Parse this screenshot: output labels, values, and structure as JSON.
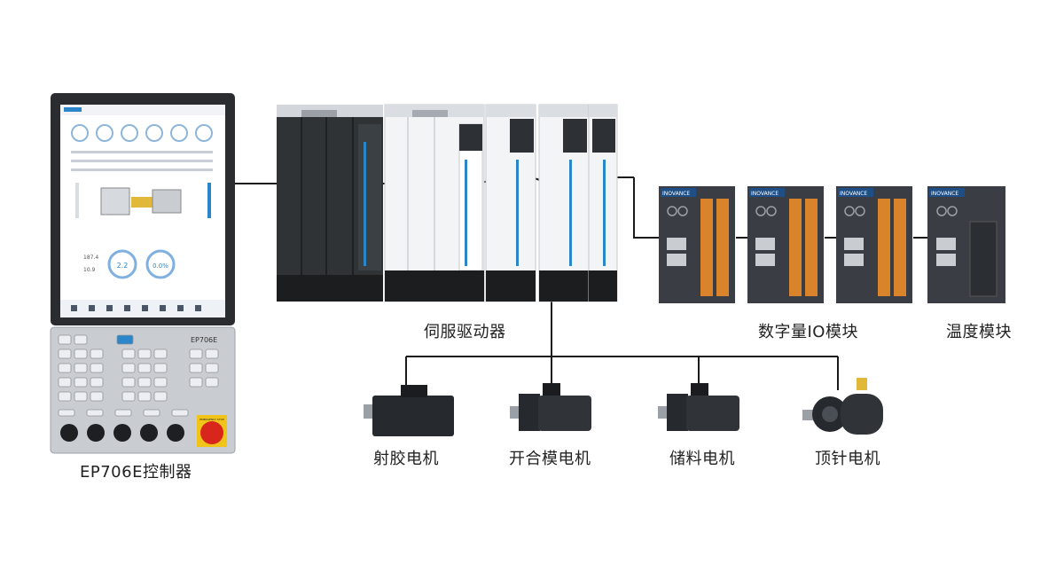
{
  "labels": {
    "controller": "EP706E控制器",
    "servo": "伺服驱动器",
    "io": "数字量IO模块",
    "temp": "温度模块",
    "motor_injection": "射胶电机",
    "motor_mold": "开合模电机",
    "motor_charge": "储料电机",
    "motor_ejector": "顶针电机"
  },
  "devices": {
    "io_brand": "INOVANCE",
    "panel_brand": "EP706E",
    "gauge_a": "2.2",
    "gauge_b": "0.0%",
    "read_a": "187.4",
    "read_b": "10.9",
    "stop_label": "EMERGENCY STOP"
  },
  "colors": {
    "line": "#1a1a1a",
    "drive_dark": "#2f3336",
    "drive_white": "#f3f4f6",
    "accent_blue": "#2a86c8",
    "module_body": "#3a3e44",
    "connector_orange": "#d9832b",
    "estop_red": "#d8261c",
    "estop_yellow": "#f0c419",
    "motor_body": "#26292d",
    "screen_bg": "#ffffff"
  }
}
